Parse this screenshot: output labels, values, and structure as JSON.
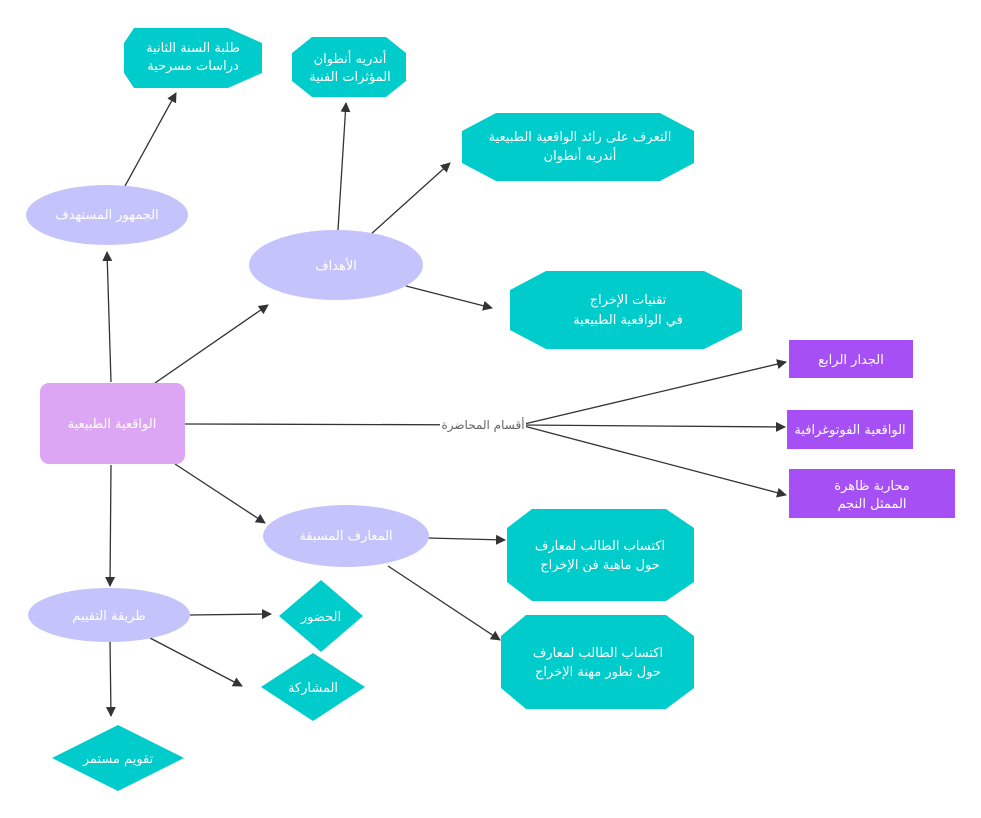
{
  "colors": {
    "root": "#dda6f5",
    "ellipse": "#c5c3fc",
    "octagon": "#00cccc",
    "diamond": "#00cccc",
    "purple_box": "#a64ff5",
    "edge": "#333333",
    "edge_label": "#666666"
  },
  "nodes": {
    "root": {
      "lines": [
        "الواقعية الطبيعية"
      ]
    },
    "audience": {
      "lines": [
        "الجمهور المستهدف"
      ]
    },
    "audience_target": {
      "lines": [
        "طلبة السنة الثانية",
        "دراسات مسرحية"
      ]
    },
    "goals": {
      "lines": [
        "الأهداف"
      ]
    },
    "goal_1": {
      "lines": [
        "أندريه أنطوان",
        "المؤثرات الفنية"
      ]
    },
    "goal_2": {
      "lines": [
        "التعرف على رائد الواقعية الطبيعية",
        "أندريه أنطوان"
      ]
    },
    "goal_3": {
      "lines": [
        "تقنيات الإخراج",
        "في الواقعية الطبيعية"
      ]
    },
    "section_1": {
      "lines": [
        "الجدار الرابع"
      ]
    },
    "section_2": {
      "lines": [
        "الواقعية الفوتوغرافية"
      ]
    },
    "section_3": {
      "lines": [
        "محاربة ظاهرة",
        "الممثل النجم"
      ]
    },
    "prior_knowledge": {
      "lines": [
        "المعارف المسبقة"
      ]
    },
    "prior_1": {
      "lines": [
        "اكتساب الطالب لمعارف",
        "حول ماهية فن الإخراج"
      ]
    },
    "prior_2": {
      "lines": [
        "اكتساب الطالب لمعارف",
        "حول تطور مهنة الإخراج"
      ]
    },
    "evaluation": {
      "lines": [
        "طريقة التقييم"
      ]
    },
    "eval_attendance": {
      "lines": [
        "الحضور"
      ]
    },
    "eval_participation": {
      "lines": [
        "المشاركة"
      ]
    },
    "eval_continuous": {
      "lines": [
        "تقويم مستمر"
      ]
    }
  },
  "edge_labels": {
    "sections": "أقسام المحاضرة"
  }
}
